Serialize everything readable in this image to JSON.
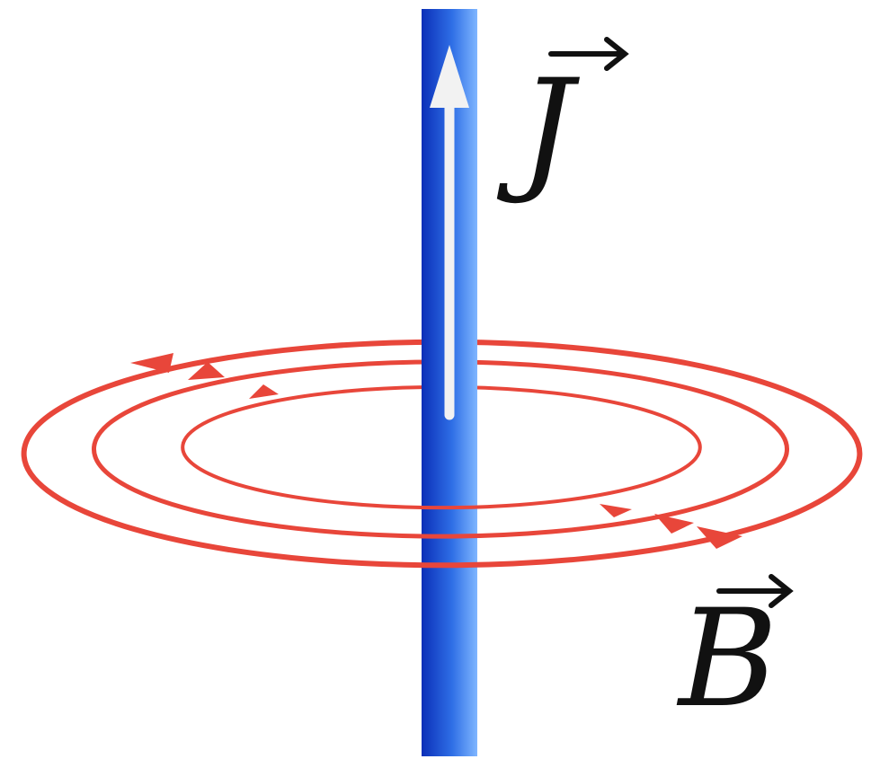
{
  "labels": {
    "current_density": "J",
    "magnetic_field": "B"
  },
  "colors": {
    "wire_dark": "#0b2fb8",
    "wire_mid": "#2f6fe6",
    "wire_light": "#7fb6ff",
    "field_lines": "#e8463a",
    "current_arrow": "#f2f2f2",
    "label_text": "#111111"
  },
  "field_lines": {
    "count": 3,
    "arrow_direction": "counter-clockwise"
  },
  "icons": {
    "current_arrow": "up-arrow-icon",
    "vector_arrow": "right-arrow-icon"
  }
}
